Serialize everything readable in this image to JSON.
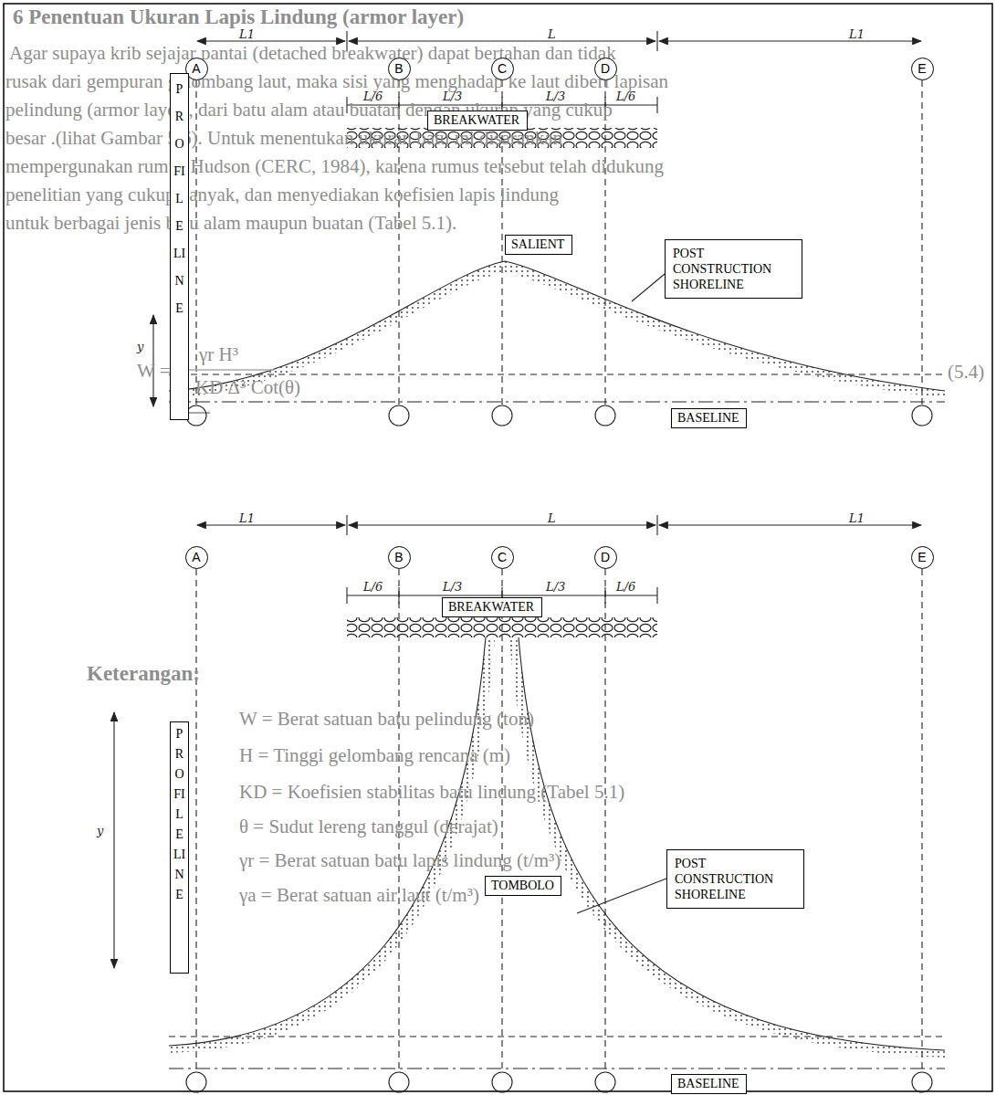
{
  "diagram": {
    "nodes": [
      {
        "text": [
          "A"
        ]
      },
      {
        "text": [
          "B"
        ]
      },
      {
        "text": [
          "C"
        ]
      },
      {
        "text": [
          "D"
        ]
      },
      {
        "text": [
          "E"
        ]
      },
      {
        "text": [
          "BREAKWATER"
        ]
      },
      {
        "text": [
          "PROFILE LINE"
        ]
      },
      {
        "text": [
          "SALIENT"
        ]
      },
      {
        "text": [
          "POST CONSTRUCTION SHORELINE"
        ]
      },
      {
        "text": [
          "BASELINE"
        ]
      },
      {
        "text": [
          "A"
        ]
      },
      {
        "text": [
          "B"
        ]
      },
      {
        "text": [
          "C"
        ]
      },
      {
        "text": [
          "D"
        ]
      },
      {
        "text": [
          "E"
        ]
      },
      {
        "text": [
          "BREAKWATER"
        ]
      },
      {
        "text": [
          "PROFILE LINE"
        ]
      },
      {
        "text": [
          "TOMBOLO"
        ]
      },
      {
        "text": [
          "POST CONSTRUCTION SHORELINE"
        ]
      },
      {
        "text": [
          "BASELINE"
        ]
      }
    ],
    "labels": [
      "6 Penentuan Ukuran Lapis Lindung (armor layer)",
      "Agar supaya krib sejajar pantai (detached breakwater) dapat bertahan dan tidak",
      "rusak dari gempuran gelombang laut, maka sisi yang menghadap ke laut diberi lapisan",
      "pelindung (armor layer), dari batu alam atau buatan dengan ukuran yang cukup",
      "besar .(lihat Gambar 5.6). Untuk menentukan ukuran batu ini disarankan",
      "mempergunakan rumus Hudson (CERC, 1984), karena rumus tersebut telah didukung",
      "penelitian yang cukup banyak, dan menyediakan koefisien lapis lindung",
      "untuk berbagai jenis batu alam maupun buatan (Tabel 5.1).",
      "L1",
      "L",
      "L1",
      "L/6",
      "L/3",
      "L/3",
      "L/6",
      "y",
      "W =",
      "γr H³",
      "KD Δ³ Cot(θ)",
      "(5.4)",
      "L1",
      "L",
      "L1",
      "L/6",
      "L/3",
      "L/3",
      "L/6",
      "y",
      "Keterangan:",
      "W = Berat satuan batu pelindung (ton)",
      "H = Tinggi gelombang rencana (m)",
      "KD = Koefisien stabilitas batu lindung (Tabel 5.1)",
      "θ = Sudut lereng tanggul (derajat)",
      "γr = Berat satuan batu lapis lindung (t/m³)",
      "γa = Berat satuan air laut (t/m³)"
    ]
  }
}
